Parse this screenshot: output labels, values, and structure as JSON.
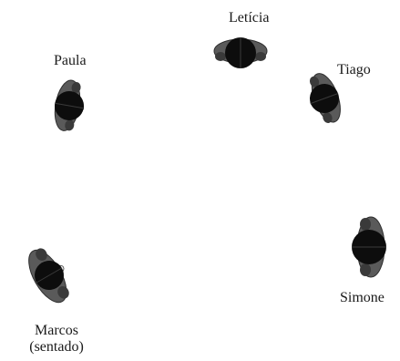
{
  "people": {
    "leticia": {
      "name": "Letícia"
    },
    "paula": {
      "name": "Paula"
    },
    "tiago": {
      "name": "Tiago"
    },
    "simone": {
      "name": "Simone"
    },
    "marcos": {
      "name": "Marcos",
      "note": "(sentado)"
    }
  },
  "colors": {
    "hair": "#0d0d0d",
    "shoulder": "#5a5a5a",
    "shoulder_dark": "#2e2e2e",
    "skin": "#f2f2f2",
    "label": "#1a1a1a"
  }
}
